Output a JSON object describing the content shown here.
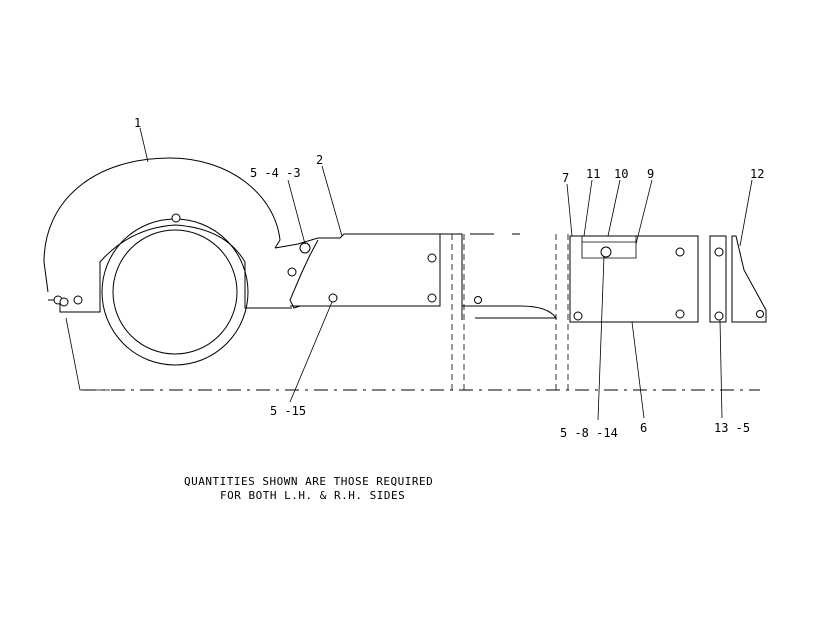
{
  "callouts": {
    "c1": "1",
    "c2": "2",
    "c5_4_3": "5 -4 -3",
    "c7": "7",
    "c11": "11",
    "c10": "10",
    "c9": "9",
    "c12": "12",
    "c5_15": "5 -15",
    "c5_8_14": "5 -8 -14",
    "c6": "6",
    "c13_5": "13 -5"
  },
  "note": {
    "line1": "QUANTITIES SHOWN ARE THOSE REQUIRED",
    "line2": "FOR BOTH L.H. & R.H. SIDES"
  }
}
